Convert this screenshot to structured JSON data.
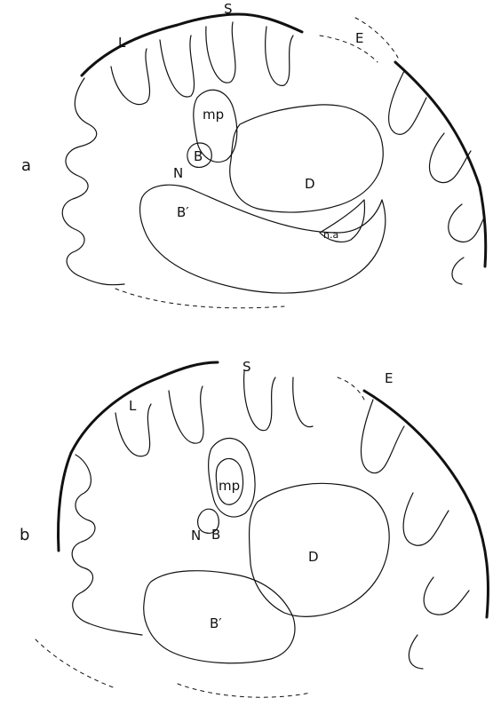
{
  "panels": [
    {
      "id": "a",
      "panel_label": "a",
      "labels": {
        "S": "S",
        "L": "L",
        "E": "E",
        "mp": "mp",
        "B": "B",
        "N": "N",
        "D": "D",
        "B_prime": "B′",
        "nia": "n.a"
      }
    },
    {
      "id": "b",
      "panel_label": "b",
      "labels": {
        "S": "S",
        "L": "L",
        "E": "E",
        "mp": "mp",
        "B": "B",
        "N": "N",
        "D": "D",
        "B_prime": "B′"
      }
    }
  ]
}
